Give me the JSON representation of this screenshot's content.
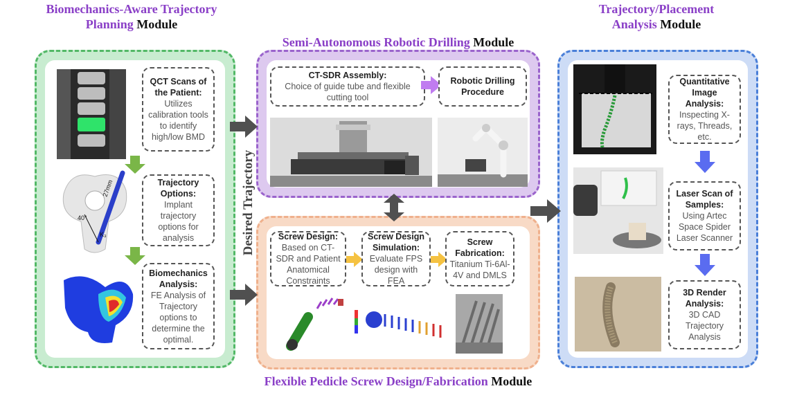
{
  "titles": {
    "biomech": {
      "purple": "Biomechanics-Aware Trajectory Planning",
      "black": "Module"
    },
    "drilling": {
      "purple": "Semi-Autonomous Robotic Drilling",
      "black": "Module"
    },
    "analysis": {
      "purple": "Trajectory/Placement Analysis",
      "black": "Module"
    },
    "screw": {
      "purple": "Flexible Pedicle Screw Design/Fabrication",
      "black": "Module"
    }
  },
  "side_label": "Desired Trajectory",
  "biomech_boxes": [
    {
      "head": "QCT Scans of the Patient:",
      "body": "Utilizes calibration tools to identify high/low BMD"
    },
    {
      "head": "Trajectory Options:",
      "body": "Implant trajectory options for analysis"
    },
    {
      "head": "Biomechanics Analysis:",
      "body": "FE Analysis of Trajectory options to determine the optimal."
    }
  ],
  "drilling_boxes": [
    {
      "head": "CT-SDR Assembly:",
      "body": "Choice of guide tube and flexible cutting tool"
    },
    {
      "head": "Robotic Drilling Procedure",
      "body": ""
    }
  ],
  "screw_boxes": [
    {
      "head": "Screw Design:",
      "body": "Based on CT-SDR and Patient Anatomical Constraints"
    },
    {
      "head": "Screw Design Simulation:",
      "body": "Evaluate FPS design with FEA"
    },
    {
      "head": "Screw Fabrication:",
      "body": "Titanium Ti-6Al-4V and DMLS"
    }
  ],
  "analysis_boxes": [
    {
      "head": "Quantitative Image Analysis:",
      "body": "Inspecting X-rays, Threads, etc."
    },
    {
      "head": "Laser Scan of Samples:",
      "body": "Using Artec Space Spider Laser Scanner"
    },
    {
      "head": "3D Render Analysis:",
      "body": "3D CAD Trajectory Analysis"
    }
  ],
  "image_labels": {
    "angle": "40°",
    "length": "27mm",
    "vertebra": "K₃"
  },
  "colors": {
    "green": "#66cc77",
    "purple": "#9966cc",
    "orange": "#f4c4a4",
    "blue": "#4a7fd8",
    "title_purple": "#8a3fc7",
    "arrow_dark": "#505050",
    "arrow_green": "#7ab648",
    "arrow_purple": "#c07cf0",
    "arrow_orange": "#f5c242",
    "arrow_blue": "#5a6cf0"
  }
}
